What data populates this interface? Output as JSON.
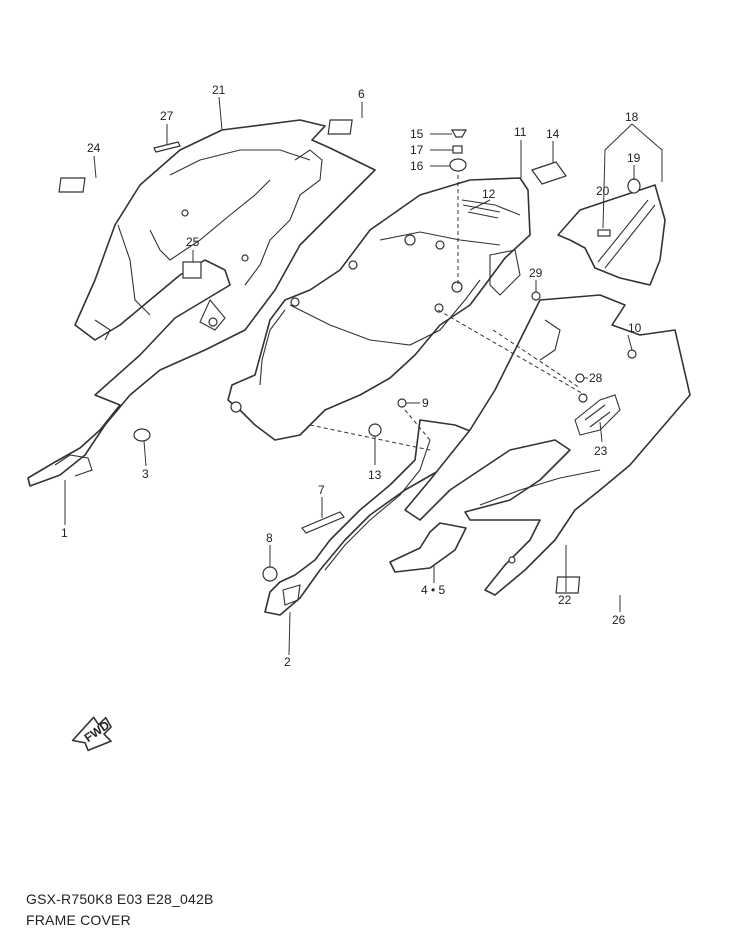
{
  "diagram": {
    "code": "GSX-R750K8 E03 E28_042B",
    "title": "FRAME COVER",
    "fwd_label": "FWD",
    "callouts": {
      "c1": "1",
      "c2": "2",
      "c3": "3",
      "c45": "4 • 5",
      "c6": "6",
      "c7": "7",
      "c8": "8",
      "c9": "9",
      "c10": "10",
      "c11": "11",
      "c12": "12",
      "c13": "13",
      "c14": "14",
      "c15": "15",
      "c16": "16",
      "c17": "17",
      "c18": "18",
      "c19": "19",
      "c20": "20",
      "c21": "21",
      "c22": "22",
      "c23": "23",
      "c24": "24",
      "c25": "25",
      "c26": "26",
      "c27": "27",
      "c28": "28",
      "c29": "29"
    }
  }
}
